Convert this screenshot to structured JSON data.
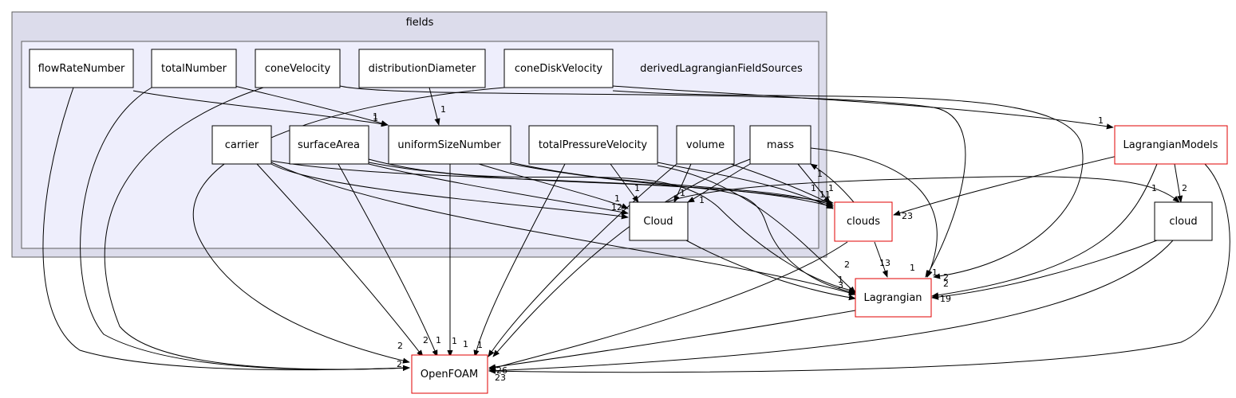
{
  "diagram": {
    "outer_cluster": "fields",
    "inner_cluster": "derivedLagrangianFieldSources",
    "nodes": {
      "flowRateNumber": "flowRateNumber",
      "totalNumber": "totalNumber",
      "coneVelocity": "coneVelocity",
      "distributionDiameter": "distributionDiameter",
      "coneDiskVelocity": "coneDiskVelocity",
      "carrier": "carrier",
      "surfaceArea": "surfaceArea",
      "uniformSizeNumber": "uniformSizeNumber",
      "totalPressureVelocity": "totalPressureVelocity",
      "volume": "volume",
      "mass": "mass",
      "Cloud": "Cloud",
      "clouds": "clouds",
      "LagrangianModels": "LagrangianModels",
      "cloud": "cloud",
      "Lagrangian": "Lagrangian",
      "OpenFOAM": "OpenFOAM"
    },
    "edge_labels": {
      "dd_usn": "1",
      "tn_usn": "1",
      "frn_usn": "1",
      "cdv_lm": "1",
      "lm_cloud": "1",
      "lm_cloud2": "2",
      "lm_clouds": "23",
      "mass_clouds_a": "1",
      "mass_clouds_b": "1",
      "clouds_lag": "13",
      "usn_of": "1",
      "tpv_of": "1",
      "vol_of": "1",
      "sa_of": "2",
      "sa_of2": "1",
      "car_of": "2",
      "vol_cloud": "1",
      "tpv_cloud": "1",
      "cloud_in": "1",
      "cloud_in2": "12",
      "clouds_in": "11",
      "lag_in_a": "2",
      "lag_in_b": "1",
      "lag_in_c": "1",
      "lag_in_d": "1",
      "lag_in_e": "3",
      "lag_in_f": "2",
      "lag_in_g": "2",
      "lag_in_h": "19",
      "of_in_a": "2",
      "of_in_b": "26",
      "of_in_c": "23",
      "mass_cloud_back": "1",
      "vol_Cloud2": "1"
    }
  }
}
